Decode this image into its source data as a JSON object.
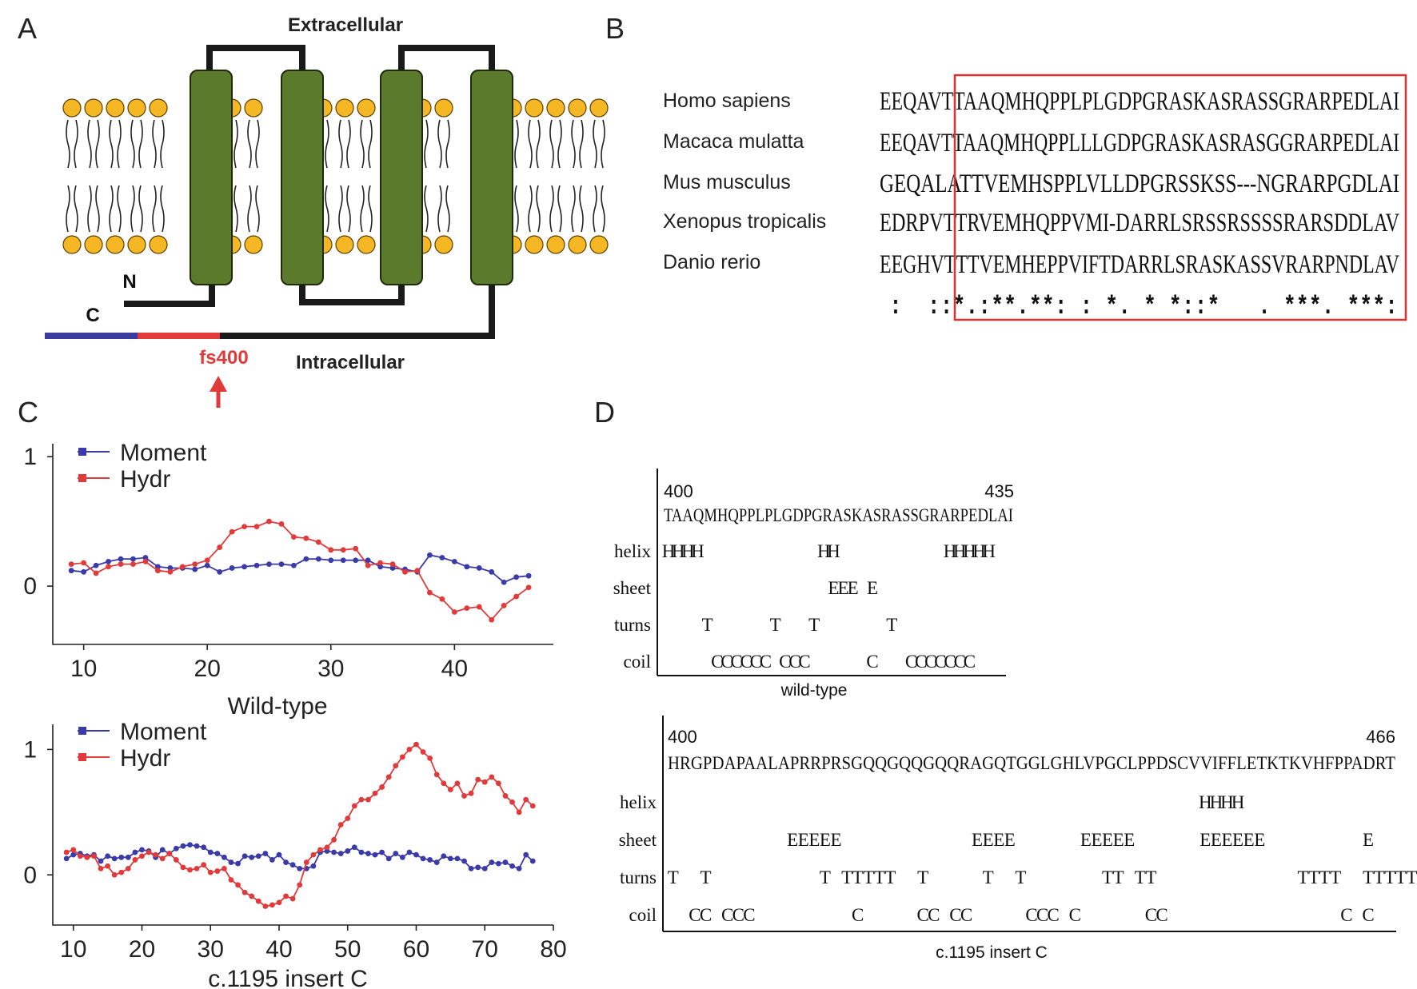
{
  "panels": {
    "a": "A",
    "b": "B",
    "c": "C",
    "d": "D"
  },
  "panel_a": {
    "extracellular": "Extracellular",
    "intracellular": "Intracellular",
    "n_label": "N",
    "c_label": "C",
    "fs_label": "fs400",
    "helix_color": "#5b7a2b",
    "lipid_color": "#f6b724",
    "mutant_color": "#e23a3a",
    "tail_color": "#3c3ca0"
  },
  "panel_b": {
    "species": [
      "Homo sapiens",
      "Macaca mulatta",
      "Mus musculus",
      "Xenopus tropicalis",
      "Danio rerio"
    ],
    "sequences": [
      "EEQAVTTAAQMHQPPLPLGDPGRASKASRASSGRARPEDLAI",
      "EEQAVTTAAQMHQPPLLLGDPGRASKASRASGGRARPEDLAI",
      "GEQALATTVEMHSPPLVLLDPGRSSKSS---NGRARPGDLAI",
      "EDRPVTTRVEMHQPPVMI-DARRLSRSSRSSSSRARSDDLAV",
      "EEGHVTTTVEMHEPPVIFTDARRLSRASKASSVRARPNDLAV"
    ],
    "conservation": ":  ::*.:**.**: : *. * *::*   . ***. ***:",
    "box_color": "#e03030"
  },
  "panel_c": {
    "legend": [
      "Moment",
      "Hydr"
    ],
    "colors": {
      "moment": "#3a3aa8",
      "hydr": "#e23a3a"
    },
    "xlabels": [
      "Wild-type",
      "c.1195 insert C"
    ]
  },
  "chart_data": [
    {
      "type": "line",
      "title": "",
      "xlabel": "Wild-type",
      "ylabel": "",
      "xlim": [
        7.5,
        48
      ],
      "ylim": [
        -0.45,
        1.1
      ],
      "xticks": [
        10,
        20,
        30,
        40
      ],
      "yticks": [
        0,
        1
      ],
      "series": [
        {
          "name": "Moment",
          "x": [
            9,
            10,
            11,
            12,
            13,
            14,
            15,
            16,
            17,
            18,
            19,
            20,
            21,
            22,
            23,
            24,
            25,
            26,
            27,
            28,
            29,
            30,
            31,
            32,
            33,
            34,
            35,
            36,
            37,
            38,
            39,
            40,
            41,
            42,
            43,
            44,
            45,
            46
          ],
          "y": [
            0.12,
            0.11,
            0.16,
            0.19,
            0.21,
            0.21,
            0.22,
            0.15,
            0.14,
            0.14,
            0.13,
            0.16,
            0.11,
            0.14,
            0.15,
            0.16,
            0.17,
            0.17,
            0.16,
            0.21,
            0.21,
            0.2,
            0.2,
            0.2,
            0.2,
            0.15,
            0.14,
            0.13,
            0.11,
            0.24,
            0.22,
            0.19,
            0.15,
            0.14,
            0.11,
            0.03,
            0.07,
            0.08
          ]
        },
        {
          "name": "Hydr",
          "x": [
            9,
            10,
            11,
            12,
            13,
            14,
            15,
            16,
            17,
            18,
            19,
            20,
            21,
            22,
            23,
            24,
            25,
            26,
            27,
            28,
            29,
            30,
            31,
            32,
            33,
            34,
            35,
            36,
            37,
            38,
            39,
            40,
            41,
            42,
            43,
            44,
            45,
            46
          ],
          "y": [
            0.17,
            0.18,
            0.1,
            0.15,
            0.17,
            0.17,
            0.19,
            0.12,
            0.11,
            0.15,
            0.17,
            0.2,
            0.3,
            0.42,
            0.46,
            0.46,
            0.5,
            0.48,
            0.38,
            0.37,
            0.34,
            0.28,
            0.28,
            0.29,
            0.16,
            0.18,
            0.17,
            0.11,
            0.12,
            -0.05,
            -0.1,
            -0.2,
            -0.17,
            -0.16,
            -0.26,
            -0.15,
            -0.08,
            -0.01
          ]
        }
      ]
    },
    {
      "type": "line",
      "title": "",
      "xlabel": "c.1195 insert C",
      "ylabel": "",
      "xlim": [
        7,
        80
      ],
      "ylim": [
        -0.4,
        1.2
      ],
      "xticks": [
        10,
        20,
        30,
        40,
        50,
        60,
        70,
        80
      ],
      "yticks": [
        0,
        1
      ],
      "series": [
        {
          "name": "Moment",
          "x": [
            9,
            10,
            11,
            12,
            13,
            14,
            15,
            16,
            17,
            18,
            19,
            20,
            21,
            22,
            23,
            24,
            25,
            26,
            27,
            28,
            29,
            30,
            31,
            32,
            33,
            34,
            35,
            36,
            37,
            38,
            39,
            40,
            41,
            42,
            43,
            44,
            45,
            46,
            47,
            48,
            49,
            50,
            51,
            52,
            53,
            54,
            55,
            56,
            57,
            58,
            59,
            60,
            61,
            62,
            63,
            64,
            65,
            66,
            67,
            68,
            69,
            70,
            71,
            72,
            73,
            74,
            75,
            76,
            77
          ],
          "y": [
            0.13,
            0.16,
            0.17,
            0.15,
            0.16,
            0.11,
            0.15,
            0.13,
            0.14,
            0.14,
            0.18,
            0.2,
            0.19,
            0.14,
            0.2,
            0.17,
            0.21,
            0.23,
            0.24,
            0.23,
            0.22,
            0.18,
            0.17,
            0.14,
            0.1,
            0.09,
            0.15,
            0.14,
            0.15,
            0.17,
            0.12,
            0.16,
            0.1,
            0.08,
            0.05,
            0.05,
            0.07,
            0.18,
            0.19,
            0.18,
            0.17,
            0.19,
            0.22,
            0.18,
            0.17,
            0.16,
            0.18,
            0.13,
            0.17,
            0.14,
            0.18,
            0.16,
            0.13,
            0.12,
            0.1,
            0.15,
            0.13,
            0.13,
            0.11,
            0.05,
            0.06,
            0.05,
            0.1,
            0.09,
            0.1,
            0.07,
            0.05,
            0.16,
            0.11
          ]
        },
        {
          "name": "Hydr",
          "x": [
            9,
            10,
            11,
            12,
            13,
            14,
            15,
            16,
            17,
            18,
            19,
            20,
            21,
            22,
            23,
            24,
            25,
            26,
            27,
            28,
            29,
            30,
            31,
            32,
            33,
            34,
            35,
            36,
            37,
            38,
            39,
            40,
            41,
            42,
            43,
            44,
            45,
            46,
            47,
            48,
            49,
            50,
            51,
            52,
            53,
            54,
            55,
            56,
            57,
            58,
            59,
            60,
            61,
            62,
            63,
            64,
            65,
            66,
            67,
            68,
            69,
            70,
            71,
            72,
            73,
            74,
            75,
            76,
            77
          ],
          "y": [
            0.18,
            0.2,
            0.15,
            0.14,
            0.15,
            0.05,
            0.07,
            0.0,
            0.02,
            0.05,
            0.12,
            0.15,
            0.18,
            0.16,
            0.13,
            0.17,
            0.12,
            0.06,
            0.04,
            0.05,
            0.08,
            0.02,
            0.03,
            0.05,
            -0.04,
            -0.08,
            -0.14,
            -0.17,
            -0.21,
            -0.25,
            -0.24,
            -0.22,
            -0.17,
            -0.19,
            -0.08,
            0.1,
            0.16,
            0.2,
            0.22,
            0.28,
            0.4,
            0.45,
            0.55,
            0.6,
            0.6,
            0.65,
            0.7,
            0.78,
            0.87,
            0.94,
            1.0,
            1.04,
            0.98,
            0.93,
            0.8,
            0.73,
            0.68,
            0.73,
            0.63,
            0.65,
            0.76,
            0.74,
            0.78,
            0.73,
            0.63,
            0.58,
            0.5,
            0.6,
            0.55
          ]
        }
      ]
    }
  ],
  "panel_d": {
    "wild": {
      "start": "400",
      "end": "435",
      "sequence": "TAAQMHQPPLPLGDPGRASKASRASSGRARPEDLAI",
      "rows": [
        {
          "label": "helix",
          "text": "HHHH            HH           HHHHH"
        },
        {
          "label": "sheet",
          "text": "                 EEE E"
        },
        {
          "label": "turns",
          "text": "    T      T   T       T"
        },
        {
          "label": "coil",
          "text": "     CCCCCC CCC      C   CCCCCCC"
        }
      ],
      "caption": "wild-type"
    },
    "mutant": {
      "start": "400",
      "end": "466",
      "sequence": "HRGPDAPAALAPRRPRSGQQGQQGQQRAGQTGGLGHLVPGCLPPDSCVVIFFLETKTKVHFPPADRT",
      "rows": [
        {
          "label": "helix",
          "text": "                                                 HHHH"
        },
        {
          "label": "sheet",
          "text": "           EEEEE            EEEE      EEEEE      EEEEEE         E"
        },
        {
          "label": "turns",
          "text": "T  T          T TTTTT  T     T  T       TT TT             TTTT  TTTTT"
        },
        {
          "label": "coil",
          "text": "  CC CCC         C     CC CC     CCC C      CC                C C"
        }
      ],
      "caption": "c.1195 insert C"
    }
  }
}
